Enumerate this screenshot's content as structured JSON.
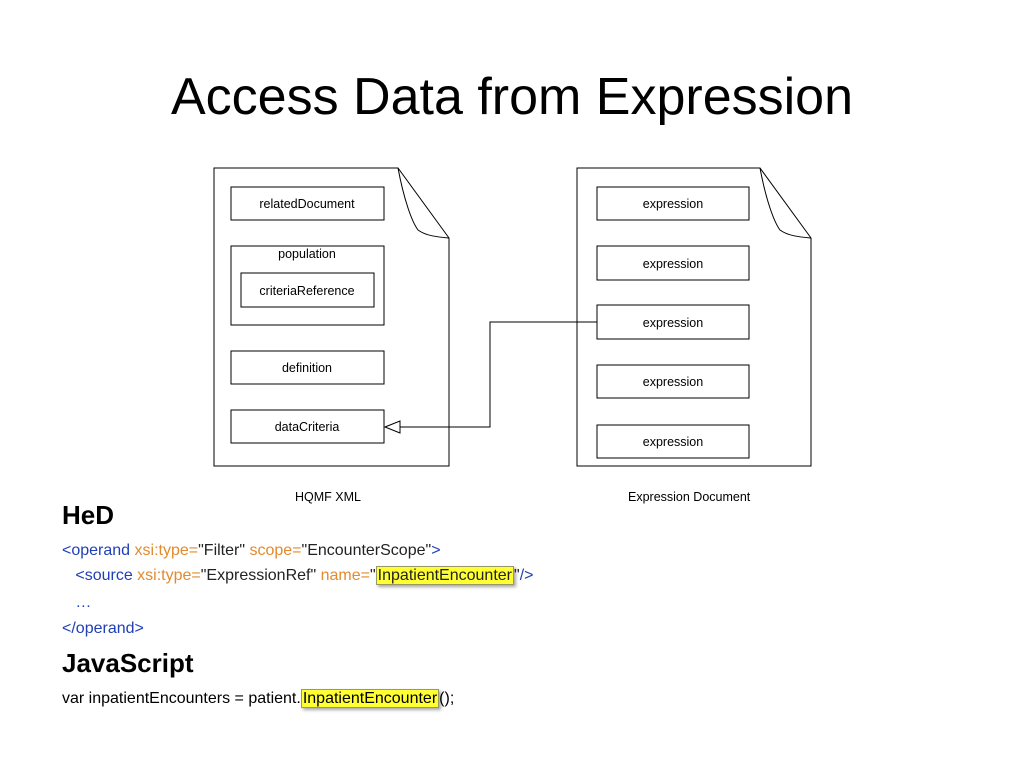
{
  "slide": {
    "title": "Access Data from Expression"
  },
  "diagram": {
    "left_doc": {
      "caption": "HQMF XML",
      "related_document": "relatedDocument",
      "population": "population",
      "criteria_reference": "criteriaReference",
      "definition": "definition",
      "data_criteria": "dataCriteria"
    },
    "right_doc": {
      "caption": "Expression Document",
      "expressions": [
        "expression",
        "expression",
        "expression",
        "expression",
        "expression"
      ]
    }
  },
  "hed": {
    "heading": "HeD",
    "line1": {
      "open": "<operand ",
      "attr1": "xsi:type=",
      "val1": "\"Filter\" ",
      "attr2": "scope=",
      "val2": "\"EncounterScope\"",
      "close": ">"
    },
    "line2": {
      "indent": "   ",
      "open": "<source ",
      "attr1": "xsi:type=",
      "val1": "\"ExpressionRef\" ",
      "attr2": "name=",
      "quote_open": "\"",
      "highlight": "InpatientEncounter",
      "quote_close": "\"",
      "close": "/>"
    },
    "line3": "   …",
    "line4": "</operand>"
  },
  "javascript": {
    "heading": "JavaScript",
    "prefix": "var inpatientEncounters = patient.",
    "highlight": "InpatientEncounter",
    "suffix": "();"
  },
  "colors": {
    "tag": "#1f3fb5",
    "attribute": "#e28b2e",
    "highlight": "#ffff33"
  }
}
